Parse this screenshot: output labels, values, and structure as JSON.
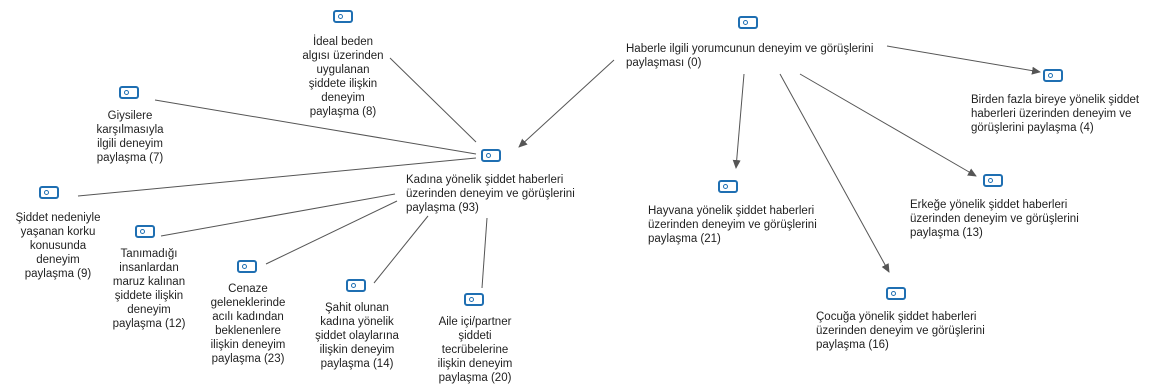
{
  "nodes": {
    "root": {
      "label": "Haberle ilgili yorumcunun deneyim ve görüşlerini\npaylaşması (0)",
      "icon": "code-node-icon"
    },
    "kadina": {
      "label": "Kadına yönelik şiddet haberleri\nüzerinden deneyim ve görüşlerini\npaylaşma (93)",
      "icon": "code-node-icon"
    },
    "ideal": {
      "label": "İdeal beden\nalgısı üzerinden\nuygulanan\nşiddete ilişkin\ndeneyim\npaylaşma (8)",
      "icon": "code-node-icon"
    },
    "giysi": {
      "label": "Giysilere\nkarşılmasıyla\nilgili deneyim\npaylaşma (7)",
      "icon": "code-node-icon"
    },
    "korku": {
      "label": "Şiddet nedeniyle\nyaşanan korku\nkonusunda\ndeneyim\npaylaşma (9)",
      "icon": "code-node-icon"
    },
    "tanimadik": {
      "label": "Tanımadığı\ninsanlardan\nmaruz kalınan\nşiddete ilişkin\ndeneyim\npaylaşma (12)",
      "icon": "code-node-icon"
    },
    "cenaze": {
      "label": "Cenaze\ngeleneklerinde\nacılı kadından\nbeklenenlere\nilişkin deneyim\npaylaşma (23)",
      "icon": "code-node-icon"
    },
    "sahit": {
      "label": "Şahit olunan\nkadına yönelik\nşiddet olaylarına\nilişkin deneyim\npaylaşma (14)",
      "icon": "code-node-icon"
    },
    "aile": {
      "label": "Aile içi/partner\nşiddeti\ntecrübelerine\nilişkin deneyim\npaylaşma (20)",
      "icon": "code-node-icon"
    },
    "hayvan": {
      "label": "Hayvana yönelik şiddet haberleri\nüzerinden deneyim ve görüşlerini\npaylaşma (21)",
      "icon": "code-node-icon"
    },
    "cocuk": {
      "label": "Çocuğa yönelik şiddet haberleri\nüzerinden deneyim ve görüşlerini\npaylaşma (16)",
      "icon": "code-node-icon"
    },
    "erkek": {
      "label": "Erkeğe yönelik şiddet haberleri\nüzerinden deneyim ve görüşlerini\npaylaşma (13)",
      "icon": "code-node-icon"
    },
    "birden": {
      "label": "Birden fazla bireye yönelik şiddet\nhaberleri üzerinden deneyim ve\ngörüşlerini paylaşma (4)",
      "icon": "code-node-icon"
    }
  },
  "edges": [
    {
      "from": "root",
      "to": "kadina",
      "arrow": true
    },
    {
      "from": "root",
      "to": "hayvan",
      "arrow": true
    },
    {
      "from": "root",
      "to": "cocuk",
      "arrow": true
    },
    {
      "from": "root",
      "to": "erkek",
      "arrow": true
    },
    {
      "from": "root",
      "to": "birden",
      "arrow": true
    },
    {
      "from": "kadina",
      "to": "ideal",
      "arrow": false
    },
    {
      "from": "kadina",
      "to": "giysi",
      "arrow": false
    },
    {
      "from": "kadina",
      "to": "korku",
      "arrow": false
    },
    {
      "from": "kadina",
      "to": "tanimadik",
      "arrow": false
    },
    {
      "from": "kadina",
      "to": "cenaze",
      "arrow": false
    },
    {
      "from": "kadina",
      "to": "sahit",
      "arrow": false
    },
    {
      "from": "kadina",
      "to": "aile",
      "arrow": false
    }
  ],
  "colors": {
    "icon": "#1f6fb2",
    "line": "#555555",
    "text": "#1f1f1f"
  }
}
